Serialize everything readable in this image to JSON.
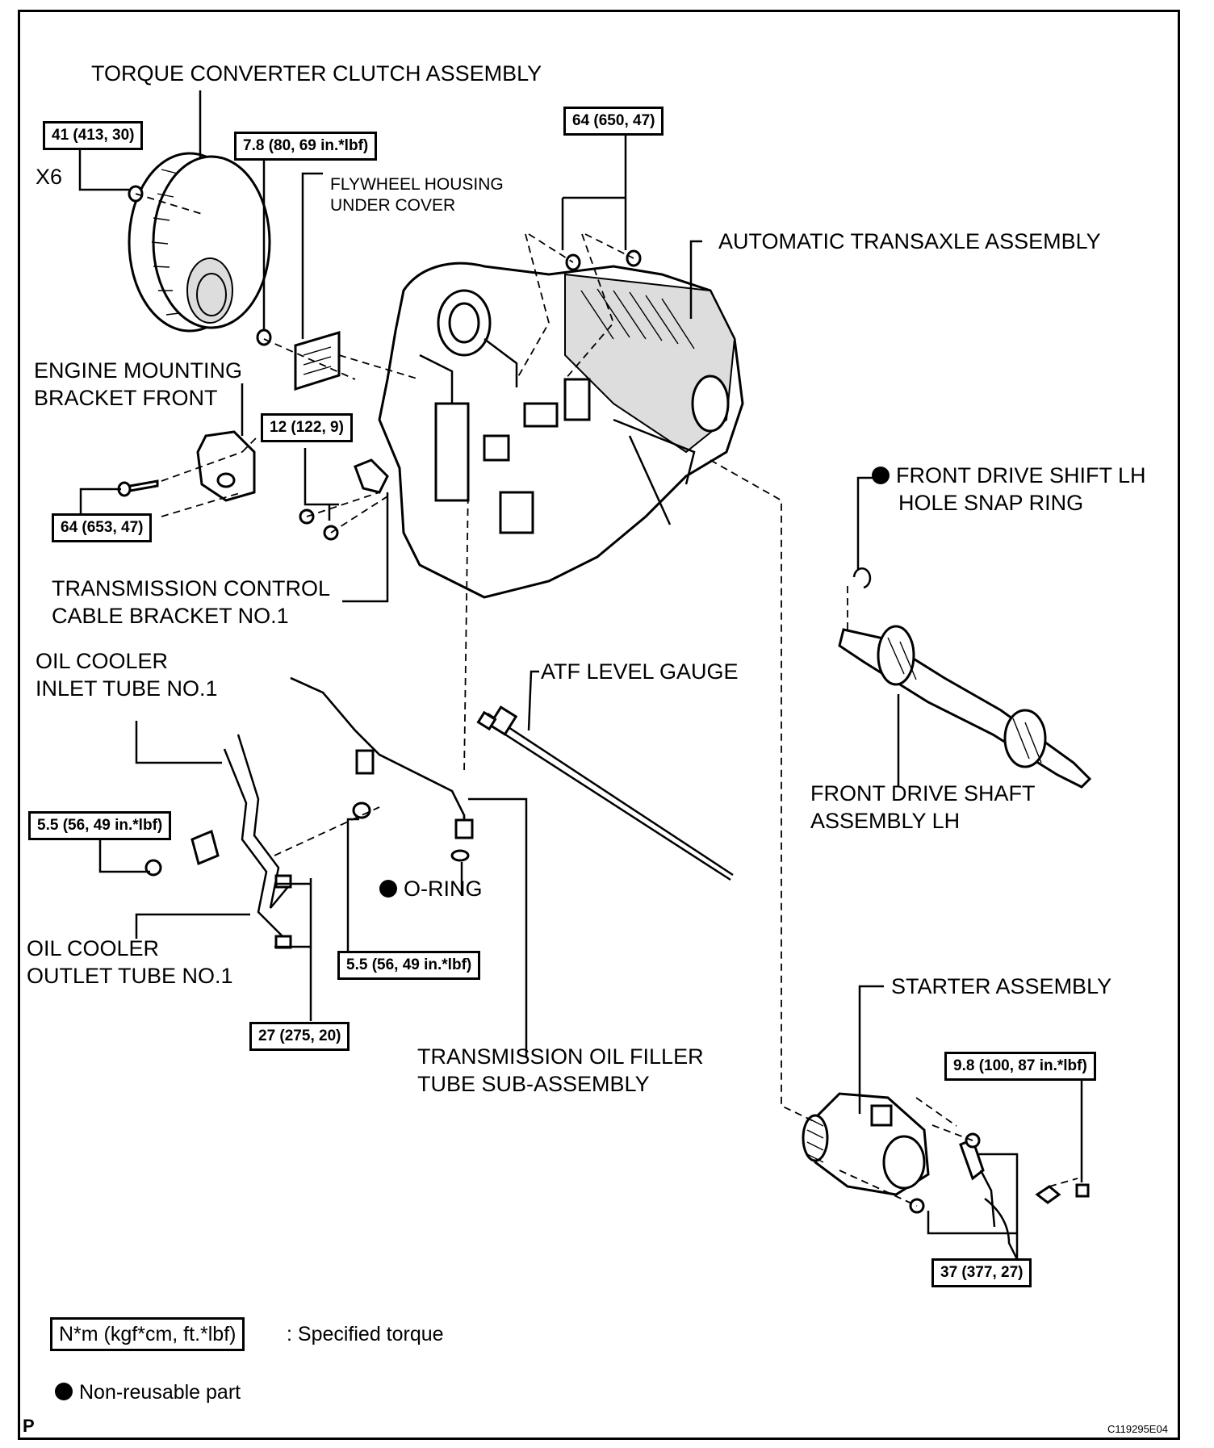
{
  "labels": {
    "torque_converter": "TORQUE CONVERTER CLUTCH ASSEMBLY",
    "x6": "X6",
    "flywheel_cover_line1": "FLYWHEEL HOUSING",
    "flywheel_cover_line2": "UNDER COVER",
    "transaxle": "AUTOMATIC TRANSAXLE ASSEMBLY",
    "engine_bracket_line1": "ENGINE MOUNTING",
    "engine_bracket_line2": "BRACKET FRONT",
    "snap_ring_line1": "FRONT DRIVE SHIFT LH",
    "snap_ring_line2": "HOLE SNAP RING",
    "cable_bracket_line1": "TRANSMISSION CONTROL",
    "cable_bracket_line2": "CABLE BRACKET NO.1",
    "inlet_tube_line1": "OIL COOLER",
    "inlet_tube_line2": "INLET TUBE NO.1",
    "atf_gauge": "ATF LEVEL GAUGE",
    "drive_shaft_line1": "FRONT DRIVE SHAFT",
    "drive_shaft_line2": "ASSEMBLY LH",
    "o_ring": "O-RING",
    "outlet_tube_line1": "OIL COOLER",
    "outlet_tube_line2": "OUTLET TUBE NO.1",
    "starter": "STARTER ASSEMBLY",
    "filler_tube_line1": "TRANSMISSION OIL FILLER",
    "filler_tube_line2": "TUBE SUB-ASSEMBLY"
  },
  "torques": {
    "t41": "41 (413, 30)",
    "t78": "7.8 (80, 69 in.*lbf)",
    "t64a": "64 (650, 47)",
    "t12": "12 (122, 9)",
    "t64b": "64 (653, 47)",
    "t55a": "5.5 (56, 49 in.*lbf)",
    "t55b": "5.5 (56, 49 in.*lbf)",
    "t27": "27 (275, 20)",
    "t98": "9.8 (100, 87 in.*lbf)",
    "t37": "37 (377, 27)"
  },
  "legend": {
    "torque_unit": "N*m (kgf*cm, ft.*lbf)",
    "torque_text": ": Specified torque",
    "nonreusable_text": "Non-reusable part"
  },
  "footer": {
    "corner_letter": "P",
    "figure_code": "C119295E04"
  }
}
